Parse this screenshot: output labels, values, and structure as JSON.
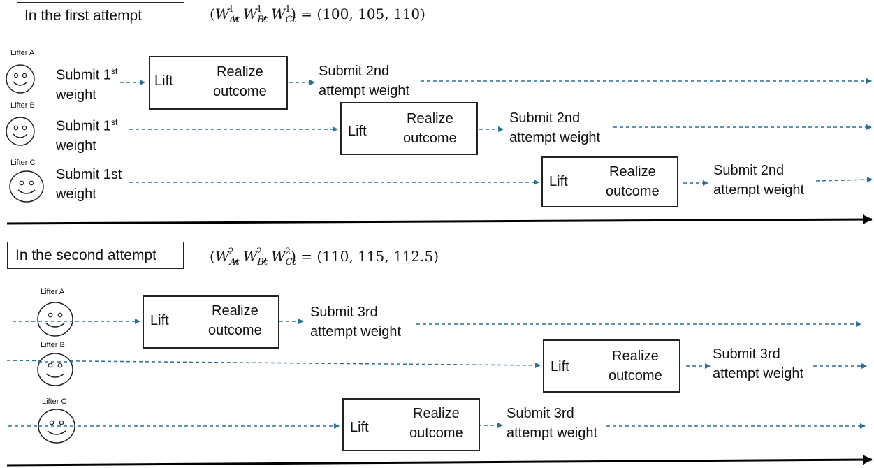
{
  "first": {
    "label": "In the first attempt",
    "formula": {
      "open": "(",
      "W": "W",
      "sup": "1",
      "subs": [
        "At",
        "Bt",
        "Ct"
      ],
      "equals": ") = (100, 105, 110)"
    },
    "lifters": [
      {
        "name": "Lifter A",
        "submit_line1": "Submit 1",
        "submit_sup": "st",
        "submit_line2": "weight",
        "lift": "Lift",
        "realize": "Realize",
        "outcome": "outcome",
        "next_line1": "Submit 2nd",
        "next_line2": "attempt weight"
      },
      {
        "name": "Lifter B",
        "submit_line1": "Submit 1",
        "submit_sup": "st",
        "submit_line2": "weight",
        "lift": "Lift",
        "realize": "Realize",
        "outcome": "outcome",
        "next_line1": "Submit 2nd",
        "next_line2": "attempt weight"
      },
      {
        "name": "Lifter C",
        "submit_line1": "Submit 1st",
        "submit_sup": "",
        "submit_line2": "weight",
        "lift": "Lift",
        "realize": "Realize",
        "outcome": "outcome",
        "next_line1": "Submit 2nd",
        "next_line2": "attempt weight"
      }
    ]
  },
  "second": {
    "label": "In the second attempt",
    "formula": {
      "open": "(",
      "W": "W",
      "sup": "2",
      "subs": [
        "At",
        "Bt",
        "Ct"
      ],
      "equals": ") = (110, 115, 112.5)"
    },
    "lifters": [
      {
        "name": "Lifter A",
        "lift": "Lift",
        "realize": "Realize",
        "outcome": "outcome",
        "next_line1": "Submit 3rd",
        "next_line2": "attempt weight"
      },
      {
        "name": "Lifter B",
        "lift": "Lift",
        "realize": "Realize",
        "outcome": "outcome",
        "next_line1": "Submit 3rd",
        "next_line2": "attempt weight"
      },
      {
        "name": "Lifter C",
        "lift": "Lift",
        "realize": "Realize",
        "outcome": "outcome",
        "next_line1": "Submit 3rd",
        "next_line2": "attempt weight"
      }
    ]
  },
  "colors": {
    "dashed": "#2a6f97",
    "arrow": "#1f5f86",
    "ink": "#111111"
  },
  "icons": {
    "lifter": "smiley-face-icon"
  }
}
